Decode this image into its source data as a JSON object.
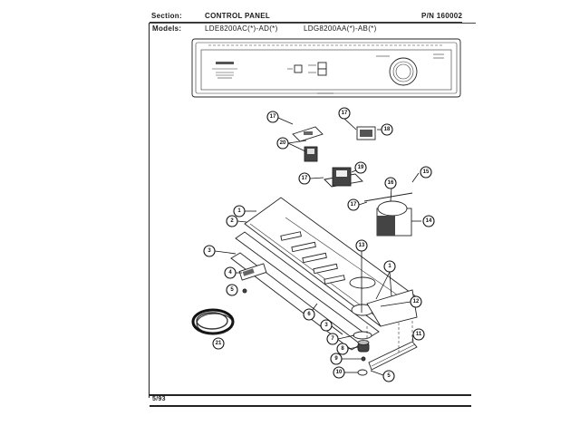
{
  "header": {
    "section_label": "Section:",
    "section_value": "CONTROL PANEL",
    "part_number": "P/N 160002",
    "models_label": "Models:",
    "model_a": "LDE8200AC(*)-AD(*)",
    "model_b": "LDG8200AA(*)-AB(*)"
  },
  "footer": {
    "date": "5/93"
  },
  "callouts": [
    {
      "id": "c17a",
      "label": "17"
    },
    {
      "id": "c17b",
      "label": "17"
    },
    {
      "id": "c18",
      "label": "18"
    },
    {
      "id": "c20",
      "label": "20"
    },
    {
      "id": "c17c",
      "label": "17"
    },
    {
      "id": "c19",
      "label": "19"
    },
    {
      "id": "c15",
      "label": "15"
    },
    {
      "id": "c16",
      "label": "16"
    },
    {
      "id": "c17d",
      "label": "17"
    },
    {
      "id": "c14",
      "label": "14"
    },
    {
      "id": "c1a",
      "label": "1"
    },
    {
      "id": "c2a",
      "label": "2"
    },
    {
      "id": "c3a",
      "label": "3"
    },
    {
      "id": "c4",
      "label": "4"
    },
    {
      "id": "c5a",
      "label": "5"
    },
    {
      "id": "c13",
      "label": "13"
    },
    {
      "id": "c1b",
      "label": "1"
    },
    {
      "id": "c12",
      "label": "12"
    },
    {
      "id": "c6",
      "label": "6"
    },
    {
      "id": "c3b",
      "label": "3"
    },
    {
      "id": "c7",
      "label": "7"
    },
    {
      "id": "c8",
      "label": "8"
    },
    {
      "id": "c9",
      "label": "9"
    },
    {
      "id": "c10",
      "label": "10"
    },
    {
      "id": "c5b",
      "label": "5"
    },
    {
      "id": "c11",
      "label": "11"
    },
    {
      "id": "c21",
      "label": "21"
    }
  ]
}
